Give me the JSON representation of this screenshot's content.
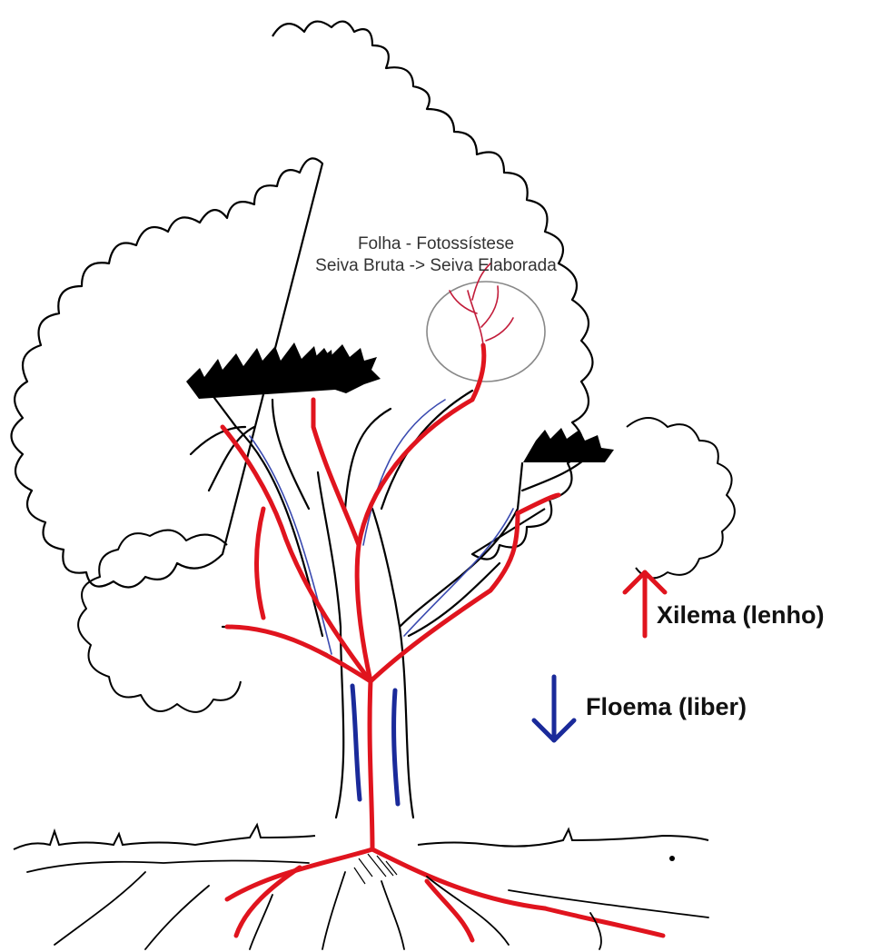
{
  "diagram": {
    "caption": {
      "line1": "Folha - Fotossístese",
      "line2": "Seiva Bruta -> Seiva Elaborada"
    },
    "legend": [
      {
        "label": "Xilema (lenho)",
        "direction": "up",
        "color": "#e0141e"
      },
      {
        "label": "Floema (liber)",
        "direction": "down",
        "color": "#1a2a9a"
      }
    ]
  },
  "colors": {
    "xylem": "#e0141e",
    "phloem": "#1a2a9a",
    "outline": "#000000",
    "background": "#ffffff"
  }
}
